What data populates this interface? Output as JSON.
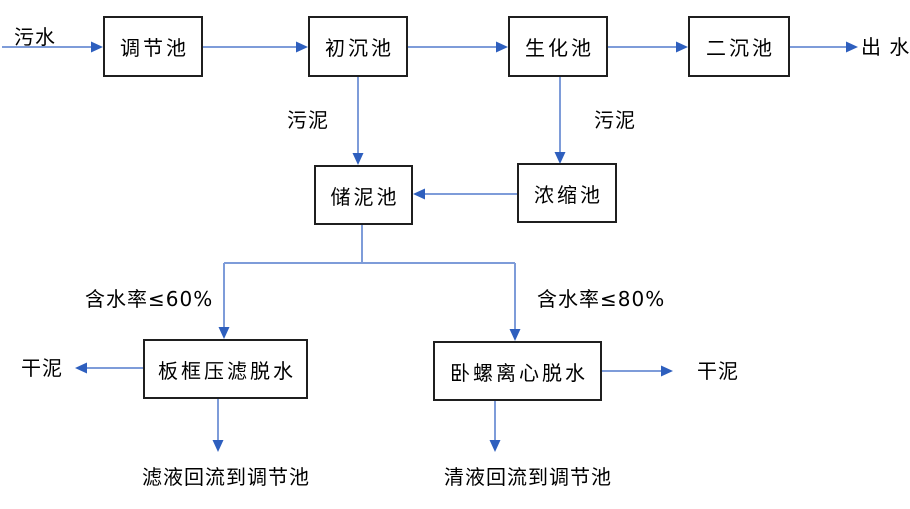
{
  "diagram": {
    "type": "flowchart",
    "nodes": {
      "regulating_tank": "调节池",
      "primary_sedimentation_tank": "初沉池",
      "biochemical_tank": "生化池",
      "secondary_sedimentation_tank": "二沉池",
      "sludge_storage_tank": "储泥池",
      "thickening_tank": "浓缩池",
      "plate_frame_filter_press": "板框压滤脱水",
      "decanter_centrifuge": "卧螺离心脱水"
    },
    "labels": {
      "influent": "污水",
      "effluent": "出 水",
      "sludge_primary": "污泥",
      "sludge_biochemical": "污泥",
      "moisture_60": "含水率≤60%",
      "moisture_80": "含水率≤80%",
      "dry_sludge_left": "干泥",
      "dry_sludge_right": "干泥",
      "filtrate_return": "滤液回流到调节池",
      "clear_liquid_return": "清液回流到调节池"
    },
    "edges": [
      {
        "from": "污水",
        "to": "调节池"
      },
      {
        "from": "调节池",
        "to": "初沉池"
      },
      {
        "from": "初沉池",
        "to": "生化池"
      },
      {
        "from": "生化池",
        "to": "二沉池"
      },
      {
        "from": "二沉池",
        "to": "出 水"
      },
      {
        "from": "初沉池",
        "to": "储泥池",
        "label": "污泥"
      },
      {
        "from": "生化池",
        "to": "浓缩池",
        "label": "污泥"
      },
      {
        "from": "浓缩池",
        "to": "储泥池"
      },
      {
        "from": "储泥池",
        "to": "板框压滤脱水",
        "label": "含水率≤60%"
      },
      {
        "from": "储泥池",
        "to": "卧螺离心脱水",
        "label": "含水率≤80%"
      },
      {
        "from": "板框压滤脱水",
        "to": "干泥"
      },
      {
        "from": "卧螺离心脱水",
        "to": "干泥"
      },
      {
        "from": "板框压滤脱水",
        "to": "滤液回流到调节池"
      },
      {
        "from": "卧螺离心脱水",
        "to": "清液回流到调节池"
      }
    ],
    "colors": {
      "connector_line": "#7E9CD9",
      "arrowhead": "#2E5FBE",
      "box_border": "#1F1F1F",
      "text": "#000000",
      "background": "#FFFFFF"
    }
  }
}
